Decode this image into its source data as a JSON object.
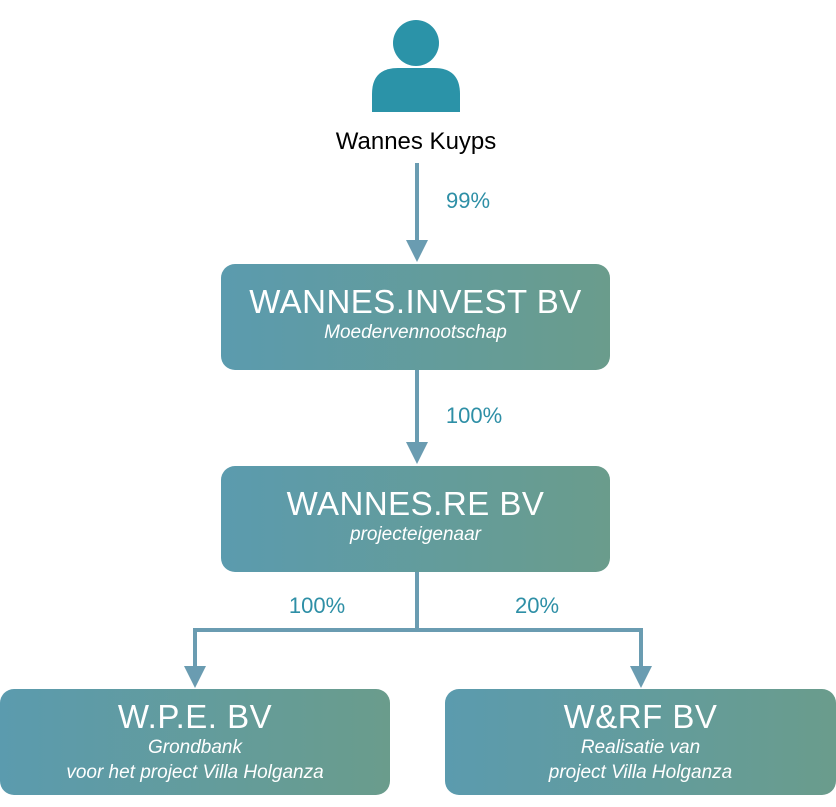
{
  "person": {
    "name": "Wannes Kuyps",
    "icon": "person-icon"
  },
  "colors": {
    "box_gradient_start": "#5b9bae",
    "box_gradient_end": "#6a9c8c",
    "connector": "#6a9cb1",
    "percent_text": "#2e8fa6",
    "person_icon": "#2b93a8"
  },
  "links": {
    "person_to_invest": "99%",
    "invest_to_re": "100%",
    "re_to_wpe": "100%",
    "re_to_wrf": "20%"
  },
  "entities": {
    "invest": {
      "title": "WANNES.INVEST BV",
      "subtitle": "Moedervennootschap"
    },
    "re": {
      "title": "WANNES.RE BV",
      "subtitle": "projecteigenaar"
    },
    "wpe": {
      "title": "W.P.E. BV",
      "subtitle_line1": "Grondbank",
      "subtitle_line2": "voor het project Villa Holganza"
    },
    "wrf": {
      "title": "W&RF BV",
      "subtitle_line1": "Realisatie van",
      "subtitle_line2": "project Villa Holganza"
    }
  }
}
